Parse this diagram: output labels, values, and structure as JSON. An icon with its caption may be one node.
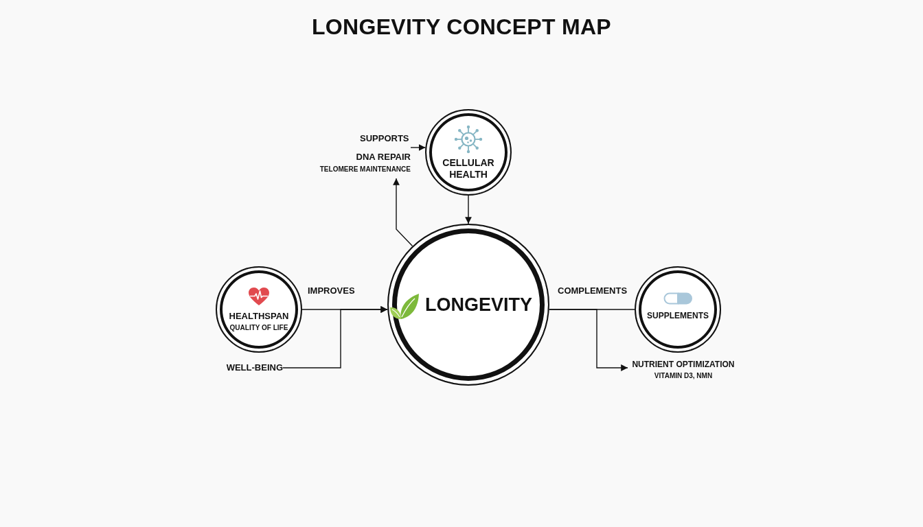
{
  "diagram": {
    "title": "LONGEVITY CONCEPT MAP",
    "nodes": [
      {
        "text": [
          "DNA REPAIR",
          "TELOMERE MAINTENANCE"
        ]
      },
      {
        "text": [
          "CELLULAR HEALTH"
        ]
      },
      {
        "text": [
          "HEALTHSPAN",
          "QUALITY OF LIFE"
        ]
      },
      {
        "text": [
          "LONGEVITY"
        ]
      },
      {
        "text": [
          "SUPPLEMENTS"
        ]
      },
      {
        "text": [
          "WELL-BEING"
        ]
      },
      {
        "text": [
          "NUTRIENT OPTIMIZATION",
          "VITAMIN D3, NMN"
        ]
      }
    ],
    "edges": [
      {
        "from": 0,
        "to": 1,
        "arrow": "to",
        "label": "SUPPORTS"
      },
      {
        "from": 1,
        "to": 3,
        "arrow": "to"
      },
      {
        "from": 3,
        "to": 0,
        "arrow": "to"
      },
      {
        "from": 2,
        "to": 3,
        "arrow": "to",
        "label": "IMPROVES"
      },
      {
        "from": 5,
        "to": 3,
        "arrow": "to"
      },
      {
        "from": 3,
        "to": 4,
        "arrow": "none",
        "label": "COMPLEMENTS"
      },
      {
        "from": 3,
        "to": 6,
        "arrow": "to"
      }
    ]
  }
}
